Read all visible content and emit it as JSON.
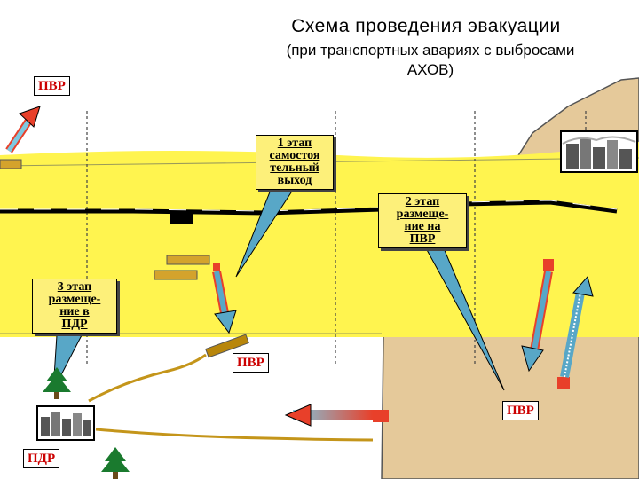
{
  "title": "Схема проведения эвакуации",
  "subtitle": [
    "(при транспортных авариях с выбросами",
    "АХОВ)"
  ],
  "labels": {
    "pvr_top_left": "ПВР",
    "pvr_middle": "ПВР",
    "pvr_right": "ПВР",
    "pdr_bottom": "ПДР"
  },
  "callouts": {
    "stage1": [
      "1 этап",
      "самостоя",
      "тельный",
      "выход"
    ],
    "stage2": [
      "2 этап",
      "размеще-",
      "ние на",
      "ПВР"
    ],
    "stage3": [
      "3 этап",
      "размеще-",
      "ние в",
      "ПДР"
    ]
  },
  "colors": {
    "zone_yellow": "#fff44f",
    "ground_tan": "#e5c99a",
    "arrow_red": "#e8402a",
    "arrow_blue": "#58a7c7",
    "road_brown": "#b8860b",
    "label_red": "#cc0000",
    "callout_fill": "#fdf07a"
  },
  "icons": [
    "city-icon",
    "tree-icon"
  ]
}
